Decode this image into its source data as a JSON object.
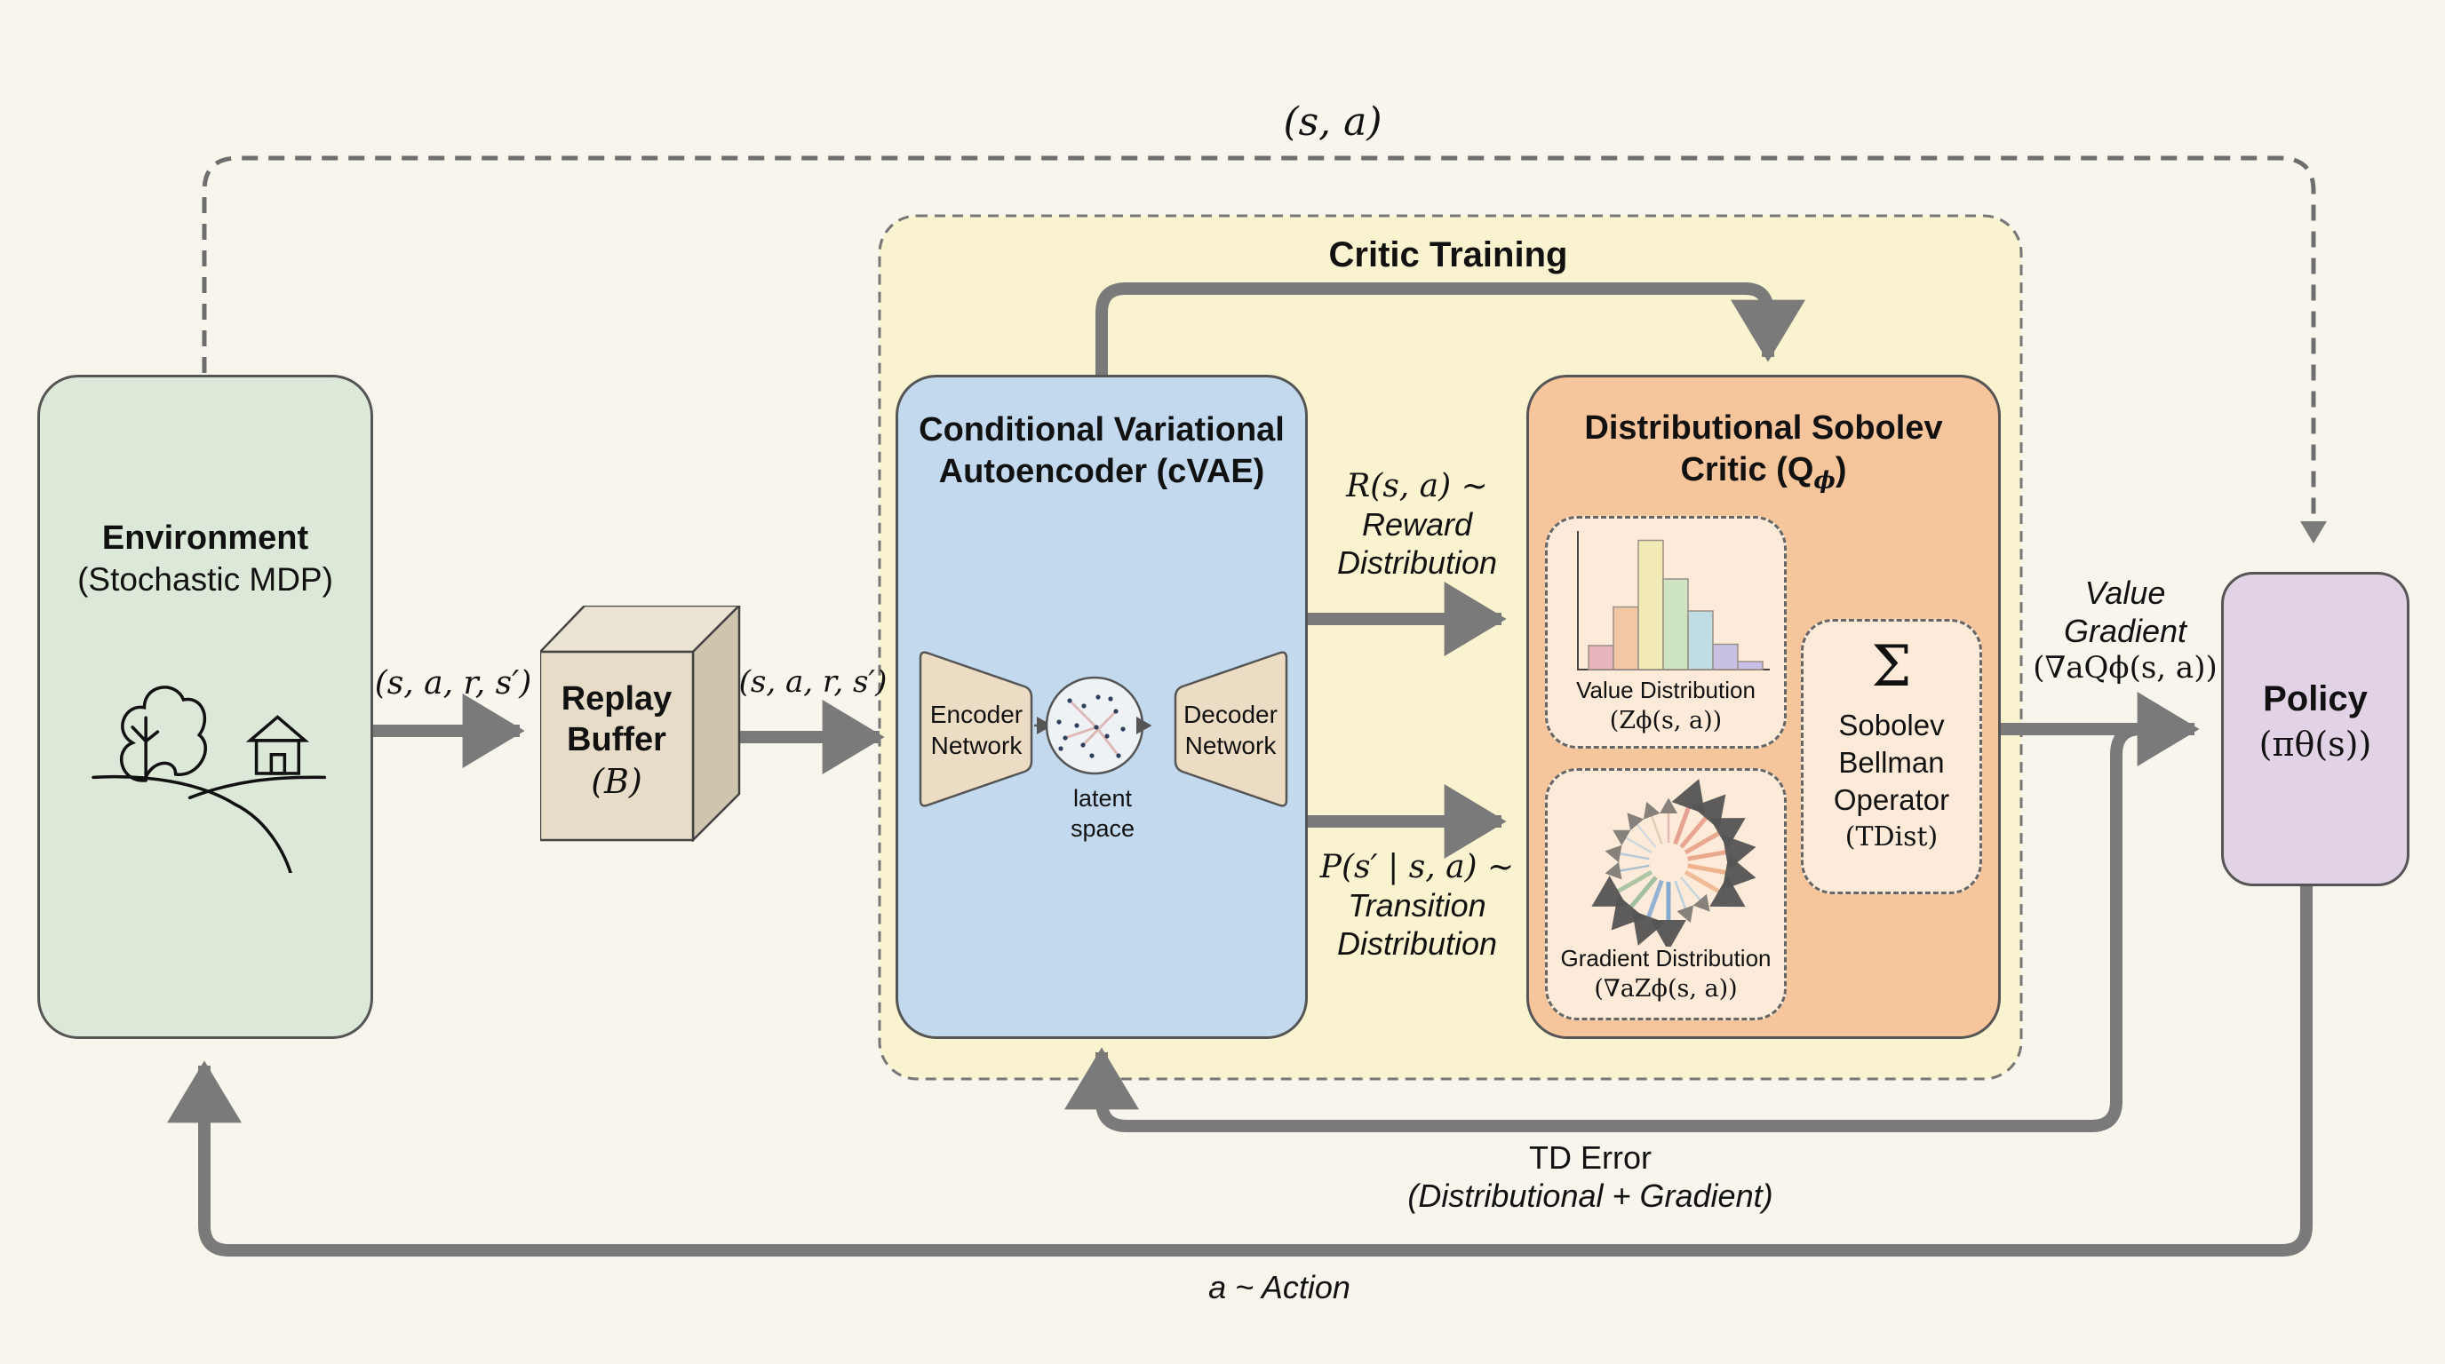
{
  "colors": {
    "background": "#f8f5ec",
    "environment_fill": "#dce8d8",
    "critic_training_fill": "#faf3cf",
    "cvae_fill": "#c3d9ee",
    "critic_fill": "#f6c59c",
    "policy_fill": "#e2d2e6",
    "buffer_fill": "#e6dcc8",
    "network_fill": "#ecdcc4",
    "arrow": "#7a7a7a"
  },
  "top_loop_label": "(s, a)",
  "environment": {
    "title": "Environment",
    "subtitle": "(Stochastic MDP)",
    "icon": "landscape-tree-house-icon"
  },
  "env_to_buffer_label": "(s, a, r, s′)",
  "replay_buffer": {
    "title_line1": "Replay",
    "title_line2": "Buffer",
    "symbol": "(B)"
  },
  "buffer_to_cvae_label": "(s, a, r, s′)",
  "critic_training": {
    "title": "Critic Training"
  },
  "cvae": {
    "title_line1": "Conditional Variational",
    "title_line2": "Autoencoder (cVAE)",
    "encoder_line1": "Encoder",
    "encoder_line2": "Network",
    "latent_line1": "latent",
    "latent_line2": "space",
    "decoder_line1": "Decoder",
    "decoder_line2": "Network"
  },
  "reward_arrow": {
    "line1": "R(s, a) ~",
    "line2": "Reward",
    "line3": "Distribution"
  },
  "transition_arrow": {
    "line1": "P(s′ | s, a) ~",
    "line2": "Transition",
    "line3": "Distribution"
  },
  "critic": {
    "title_line1": "Distributional Sobolev",
    "title_line2": "Critic (Q",
    "title_sub": "ϕ",
    "value_dist_label": "Value Distribution",
    "value_dist_symbol": "(Zϕ(s, a))",
    "value_histogram_relative_heights": [
      0.18,
      0.47,
      0.97,
      0.68,
      0.44,
      0.19,
      0.06
    ],
    "value_histogram_colors": [
      "#e9b5bd",
      "#f3c6a4",
      "#f2eab4",
      "#cfe4c1",
      "#bfdde3",
      "#c8c1e3",
      "#c7bfe6"
    ],
    "gradient_dist_label": "Gradient Distribution",
    "gradient_dist_symbol": "(∇aZϕ(s, a))",
    "operator_symbol": "Σ",
    "operator_line1": "Sobolev",
    "operator_line2": "Bellman",
    "operator_line3": "Operator",
    "operator_symbol2": "(TDist)"
  },
  "value_gradient": {
    "line1": "Value",
    "line2": "Gradient",
    "line3": "(∇aQϕ(s, a))"
  },
  "policy": {
    "title": "Policy",
    "symbol": "(πθ(s))"
  },
  "td_error": {
    "line1": "TD Error",
    "line2": "(Distributional + Gradient)"
  },
  "action_label": "a ~ Action"
}
